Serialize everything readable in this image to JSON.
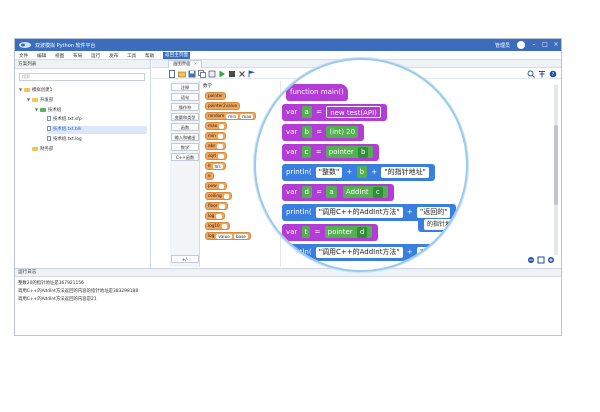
{
  "titlebar": {
    "title": "双波模拟 Python 软件平台",
    "user": "管理员",
    "minimize": "–",
    "maximize": "□",
    "close": "×"
  },
  "menubar": {
    "items": [
      "文件",
      "编辑",
      "视图",
      "布局",
      "运行",
      "发布",
      "工具",
      "帮助"
    ],
    "accent_item": "返回主页面"
  },
  "project_panel": {
    "title": "方案列表",
    "search_placeholder": "搜索",
    "tree": [
      {
        "label": "模拟创建1",
        "type": "root"
      },
      {
        "label": "开发部",
        "type": "folder"
      },
      {
        "label": "技术组",
        "type": "folder-green"
      },
      {
        "label": "技术组.txt.sfp",
        "type": "file"
      },
      {
        "label": "技术组.txt.blk",
        "type": "file",
        "selected": true
      },
      {
        "label": "技术组.txt.log",
        "type": "file"
      },
      {
        "label": "财务部",
        "type": "folder"
      }
    ]
  },
  "editor": {
    "tab_label": "画图界面",
    "tab_close": "×",
    "categories": [
      "注释",
      "语句",
      "操作符",
      "变量和类型",
      "函数",
      "输入和输出",
      "数学",
      "C++函数"
    ],
    "category_footer": "+/-",
    "palette_title": "数学",
    "palette_blocks": [
      {
        "label": "pointer"
      },
      {
        "label": "pointer2value"
      },
      {
        "label": "random",
        "slots": [
          "min",
          "max"
        ]
      },
      {
        "label": "max"
      },
      {
        "label": "min"
      },
      {
        "label": "abs"
      },
      {
        "label": "sqrt"
      },
      {
        "label": "π",
        "slots": [
          "π/s"
        ]
      },
      {
        "label": "e"
      },
      {
        "label": "pow"
      },
      {
        "label": "ceiling"
      },
      {
        "label": "floor"
      },
      {
        "label": "log"
      },
      {
        "label": "log10"
      },
      {
        "label": "log",
        "slots": [
          "value",
          "base"
        ]
      }
    ]
  },
  "magnifier": {
    "header": "function main()",
    "lines": [
      {
        "kw": "var",
        "name": "a",
        "op": "=",
        "value": "new test(API)"
      },
      {
        "kw": "var",
        "name": "b",
        "op": "=",
        "value": "(int) 20"
      },
      {
        "kw": "var",
        "name": "c",
        "op": "=",
        "value": "pointer",
        "arg": "b"
      },
      {
        "kw": "println(",
        "s1": "\"整数\"",
        "plus": "+",
        "v1": "b",
        "s2": "\"的指针地址\""
      },
      {
        "kw": "var",
        "name": "d",
        "op": "=",
        "value": "a",
        "method": "AddInt",
        "arg": "c"
      },
      {
        "kw": "println(",
        "s1": "\"调用C++的AddInt方法\"",
        "plus": "+",
        "s2": "\"返回的\""
      },
      {
        "kw": "var",
        "name": "t",
        "op": "=",
        "value": "pointer",
        "arg": "d",
        "tail": "的指针地址\""
      },
      {
        "kw": "println(",
        "s1": "\"调用C++的AddInt方法\"",
        "plus": "+",
        "s2": "\"返回"
      }
    ]
  },
  "log_panel": {
    "title": "运行日志",
    "lines": [
      "整数20的指针地址是367921156",
      "调用C++的AddInt方法返回的内容的指针地址是383298188",
      "调用C++的AddInt方法返回的内容是21"
    ]
  },
  "colors": {
    "title_bar": "#3b6cbe",
    "block_var": "#b33bd6",
    "block_print": "#3a7fe0",
    "block_value": "#53b050",
    "block_orange": "#f1a55b",
    "magnifier_border": "#9bcbec"
  },
  "icons": [
    "app-logo-icon",
    "file-new-icon",
    "open-icon",
    "save-icon",
    "copy-icon",
    "undo-icon",
    "run-icon",
    "stop-icon",
    "close-icon",
    "flag-icon",
    "zoom-icon",
    "settings-icon",
    "help-icon",
    "pin-icon"
  ]
}
